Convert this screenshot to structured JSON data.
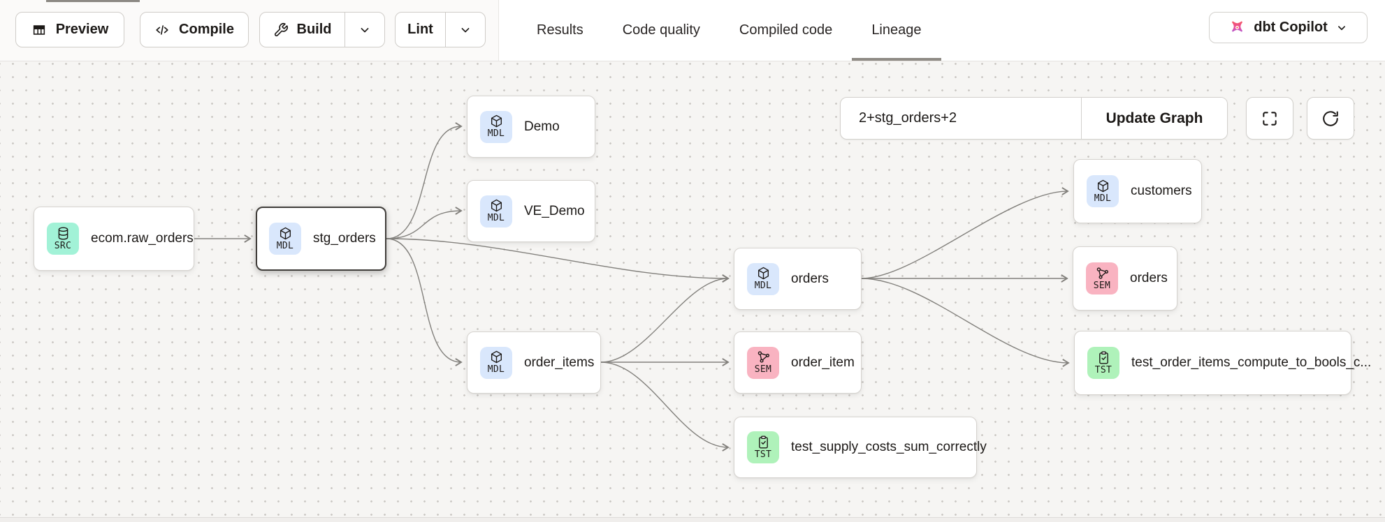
{
  "toolbar": {
    "preview_label": "Preview",
    "compile_label": "Compile",
    "build_label": "Build",
    "lint_label": "Lint",
    "preview_icon": "table-icon",
    "compile_icon": "code-icon",
    "build_icon": "wrench-icon"
  },
  "tabs": [
    {
      "label": "Results",
      "active": false
    },
    {
      "label": "Code quality",
      "active": false
    },
    {
      "label": "Compiled code",
      "active": false
    },
    {
      "label": "Lineage",
      "active": true
    }
  ],
  "copilot": {
    "label": "dbt Copilot",
    "icon": "dbt-copilot-logo-icon"
  },
  "graph_controls": {
    "selector_value": "2+stg_orders+2",
    "update_button_label": "Update Graph",
    "fullscreen_icon": "fullscreen-icon",
    "refresh_icon": "refresh-icon"
  },
  "node_types": {
    "SRC": {
      "label": "SRC",
      "color": "#a2f2d7",
      "icon": "database-icon"
    },
    "MDL": {
      "label": "MDL",
      "color": "#d9e7fc",
      "icon": "cube-icon"
    },
    "SEM": {
      "label": "SEM",
      "color": "#f9b3c1",
      "icon": "semantic-graph-icon"
    },
    "TST": {
      "label": "TST",
      "color": "#aff2ba",
      "icon": "test-clipboard-icon"
    }
  },
  "nodes": [
    {
      "label": "ecom.raw_orders",
      "type": "SRC",
      "selected": false
    },
    {
      "label": "stg_orders",
      "type": "MDL",
      "selected": true
    },
    {
      "label": "Demo",
      "type": "MDL",
      "selected": false
    },
    {
      "label": "VE_Demo",
      "type": "MDL",
      "selected": false
    },
    {
      "label": "order_items",
      "type": "MDL",
      "selected": false
    },
    {
      "label": "orders",
      "type": "MDL",
      "selected": false
    },
    {
      "label": "order_item",
      "type": "SEM",
      "selected": false
    },
    {
      "label": "test_supply_costs_sum_correctly",
      "type": "TST",
      "selected": false
    },
    {
      "label": "customers",
      "type": "MDL",
      "selected": false
    },
    {
      "label": "orders",
      "type": "SEM",
      "selected": false
    },
    {
      "label": "test_order_items_compute_to_bools_c...",
      "type": "TST",
      "selected": false
    }
  ],
  "edges": [
    {
      "from": "ecom.raw_orders",
      "to": "stg_orders"
    },
    {
      "from": "stg_orders",
      "to": "Demo"
    },
    {
      "from": "stg_orders",
      "to": "VE_Demo"
    },
    {
      "from": "stg_orders",
      "to": "orders (model)"
    },
    {
      "from": "stg_orders",
      "to": "order_items"
    },
    {
      "from": "order_items",
      "to": "orders (model)"
    },
    {
      "from": "order_items",
      "to": "order_item (semantic)"
    },
    {
      "from": "order_items",
      "to": "test_supply_costs_sum_correctly"
    },
    {
      "from": "orders (model)",
      "to": "customers"
    },
    {
      "from": "orders (model)",
      "to": "orders (semantic)"
    },
    {
      "from": "orders (model)",
      "to": "test_order_items_compute_to_bools_c..."
    }
  ],
  "colors": {
    "active_tab_underline": "#8f8b85",
    "selected_node_border": "#403d3a",
    "edge": "#82807c",
    "canvas_background": "#f6f5f3"
  }
}
